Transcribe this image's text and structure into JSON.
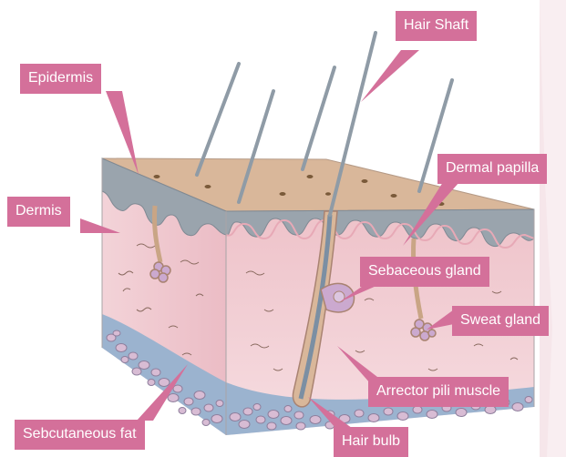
{
  "labels": {
    "hair_shaft": "Hair Shaft",
    "epidermis": "Epidermis",
    "dermal_papilla": "Dermal papilla",
    "dermis": "Dermis",
    "sebaceous_gland": "Sebaceous gland",
    "sweat_gland": "Sweat gland",
    "arrector_pili_muscle": "Arrector pili muscle",
    "subcutaneous_fat": "Sebcutaneous fat",
    "hair_bulb": "Hair bulb"
  },
  "colors": {
    "callout": "#d4709a",
    "skin_top": "#d9b79a",
    "epidermis_layer": "#9aa4ad",
    "dermis_front": "#f0c9cf",
    "dermis_side": "#eec6cc",
    "fat_layer": "#9bb3cf",
    "fat_cells": "#d8bcd4",
    "hair": "#8f9ba6",
    "side_panel": "#f6e6ea"
  }
}
